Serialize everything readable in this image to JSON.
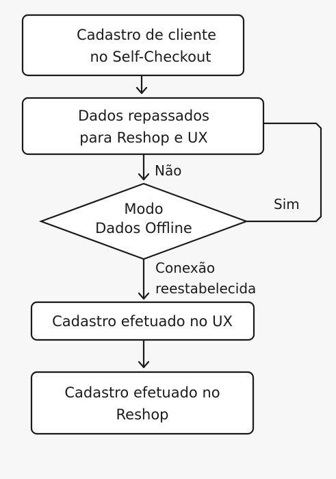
{
  "nodes": {
    "step1": {
      "line1": "Cadastro de cliente",
      "line2": "no Self-Checkout"
    },
    "step2": {
      "line1": "Dados repassados",
      "line2": "para Reshop e UX"
    },
    "decision": {
      "line1": "Modo",
      "line2": "Dados Offline"
    },
    "step3": {
      "line1": "Cadastro efetuado no UX"
    },
    "step4": {
      "line1": "Cadastro efetuado no",
      "line2": "Reshop"
    }
  },
  "edges": {
    "no_label": "Não",
    "yes_label": "Sim",
    "reconnect_line1": "Conexão",
    "reconnect_line2": "reestabelecida"
  }
}
